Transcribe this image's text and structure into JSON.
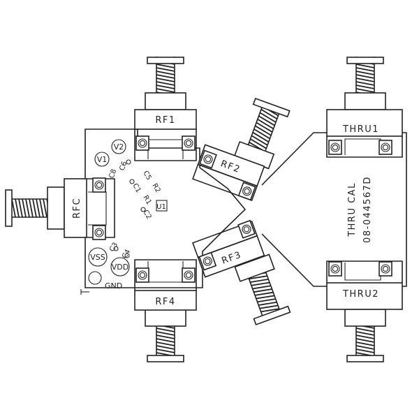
{
  "ports": {
    "rf1": "RF1",
    "rf2": "RF2",
    "rf3": "RF3",
    "rf4": "RF4",
    "rfc": "RFC"
  },
  "pads": {
    "v1": "V1",
    "v2": "V2",
    "vss": "VSS",
    "vdd": "VDD",
    "gnd": "GND"
  },
  "components": {
    "u1": "U1",
    "c1": "C1",
    "c2": "C2",
    "c3": "C3",
    "c4": "C4",
    "c5": "C5",
    "c6": "C6",
    "c8": "C8",
    "r1": "R1",
    "r2": "R2"
  },
  "thru_cal": {
    "thru1": "THRU1",
    "thru2": "THRU2",
    "title": "THRU CAL",
    "part_number": "08-044567D"
  },
  "colors": {
    "ink": "#222222",
    "paper": "#ffffff"
  }
}
